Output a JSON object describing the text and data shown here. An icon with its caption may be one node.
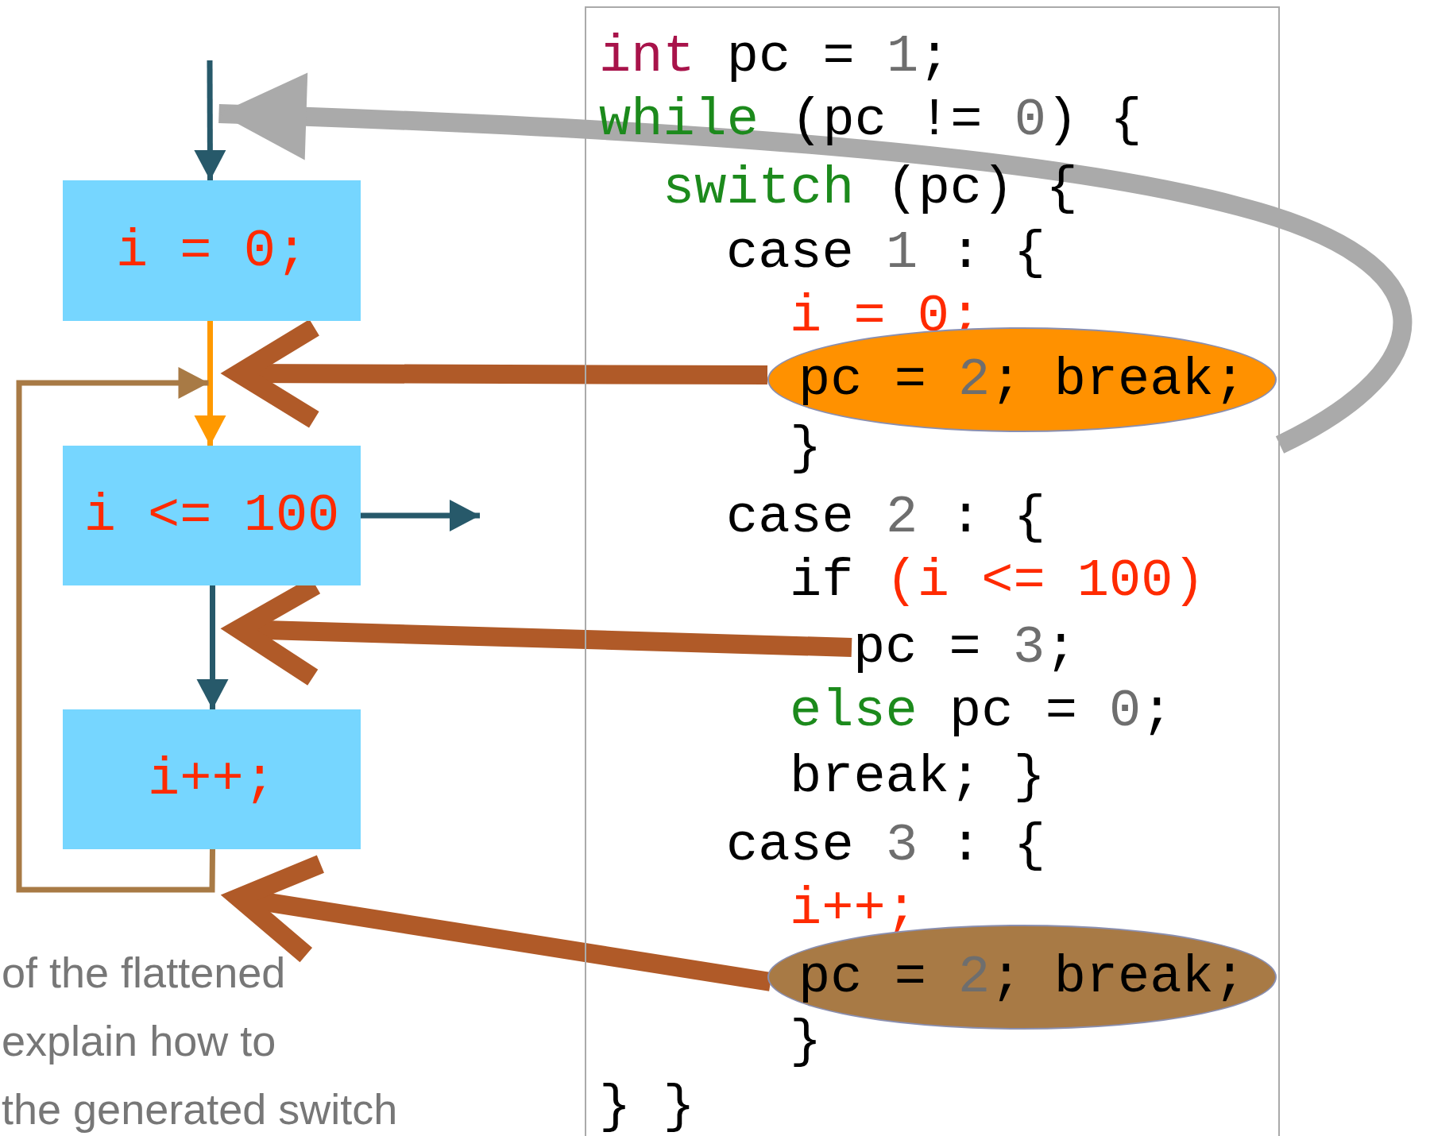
{
  "diagram": {
    "nodes": [
      {
        "text": [
          "i = 0;"
        ]
      },
      {
        "text": [
          "i <= 100"
        ]
      },
      {
        "text": [
          "i++;"
        ]
      },
      {
        "text": [
          "int pc = 1;",
          "while (pc != 0) {",
          "switch (pc) {",
          "case 1 : {",
          "i = 0;",
          "}",
          "case 2 : {",
          "if (i <= 100)",
          "else pc = 0;",
          "break; }",
          "case 3 : {",
          "i++;",
          "}",
          "} }"
        ]
      },
      {
        "text": [
          "pc = 2; break;"
        ],
        "in": 3
      },
      {
        "text": [
          "pc = 3;"
        ],
        "in": 3
      },
      {
        "text": [
          "pc = 2; break;"
        ],
        "in": 3
      }
    ],
    "edges": [
      {
        "from": null,
        "to": 0,
        "arrow": "to"
      },
      {
        "from": 0,
        "to": 1,
        "arrow": "to",
        "color": "#ff9900"
      },
      {
        "from": 1,
        "to": null,
        "arrow": "to"
      },
      {
        "from": 1,
        "to": 2,
        "arrow": "to"
      },
      {
        "from": 2,
        "to": 1,
        "arrow": "to",
        "color": "#a87a45"
      },
      {
        "from": 4,
        "to": 1,
        "arrow": "to",
        "style": "thick",
        "color": "#b05a28"
      },
      {
        "from": 5,
        "to": 1,
        "arrow": "to",
        "style": "thick",
        "color": "#b05a28"
      },
      {
        "from": 6,
        "to": 2,
        "arrow": "to",
        "style": "thick",
        "color": "#b05a28"
      },
      {
        "from": 3,
        "to": 0,
        "arrow": "to",
        "style": "thick",
        "color": "#aaaaaa"
      }
    ],
    "labels": [
      "of the flattened",
      "explain how to",
      "the generated switch"
    ]
  }
}
